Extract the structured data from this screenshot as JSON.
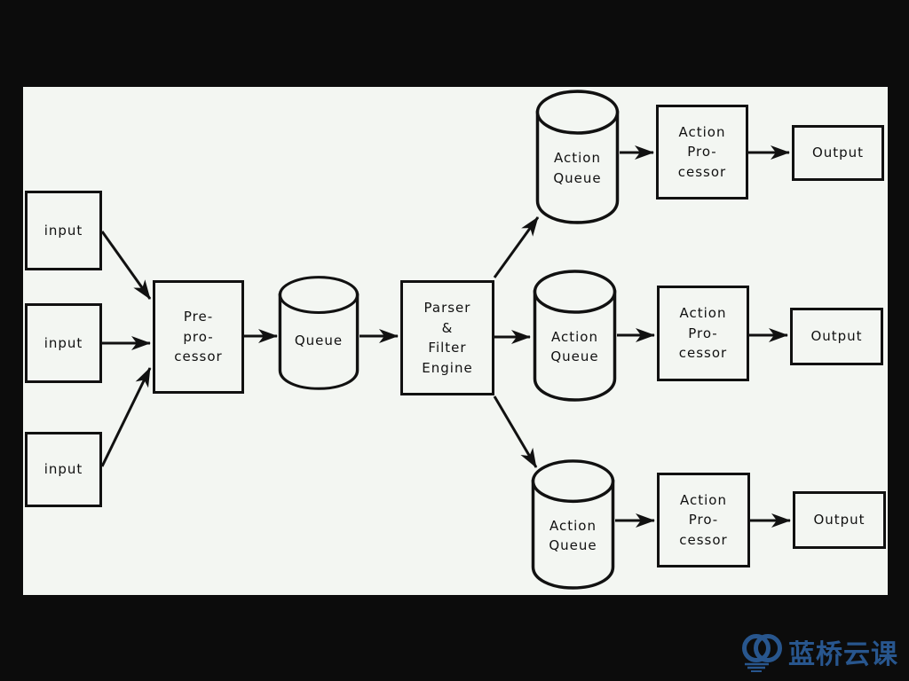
{
  "page": {
    "background": "#0c0c0c"
  },
  "canvas": {
    "background": "#f3f6f2",
    "ink": "#111111"
  },
  "diagram": {
    "nodes": {
      "input_top": {
        "label": "input",
        "shape": "box"
      },
      "input_middle": {
        "label": "input",
        "shape": "box"
      },
      "input_bottom": {
        "label": "input",
        "shape": "box"
      },
      "preprocessor": {
        "label": "Pre-\npro-\ncessor",
        "shape": "box"
      },
      "main_queue": {
        "label": "Queue",
        "shape": "cylinder"
      },
      "parser_filter_engine": {
        "label": "Parser\n&\nFilter\nEngine",
        "shape": "box"
      },
      "action_queue_top": {
        "label": "Action\nQueue",
        "shape": "cylinder"
      },
      "action_queue_middle": {
        "label": "Action\nQueue",
        "shape": "cylinder"
      },
      "action_queue_bottom": {
        "label": "Action\nQueue",
        "shape": "cylinder"
      },
      "action_processor_top": {
        "label": "Action\nPro-\ncessor",
        "shape": "box"
      },
      "action_processor_middle": {
        "label": "Action\nPro-\ncessor",
        "shape": "box"
      },
      "action_processor_bottom": {
        "label": "Action\nPro-\ncessor",
        "shape": "box"
      },
      "output_top": {
        "label": "Output",
        "shape": "box"
      },
      "output_middle": {
        "label": "Output",
        "shape": "box"
      },
      "output_bottom": {
        "label": "Output",
        "shape": "box"
      }
    },
    "edges": [
      {
        "from": "input_top",
        "to": "preprocessor"
      },
      {
        "from": "input_middle",
        "to": "preprocessor"
      },
      {
        "from": "input_bottom",
        "to": "preprocessor"
      },
      {
        "from": "preprocessor",
        "to": "main_queue"
      },
      {
        "from": "main_queue",
        "to": "parser_filter_engine"
      },
      {
        "from": "parser_filter_engine",
        "to": "action_queue_top"
      },
      {
        "from": "parser_filter_engine",
        "to": "action_queue_middle"
      },
      {
        "from": "parser_filter_engine",
        "to": "action_queue_bottom"
      },
      {
        "from": "action_queue_top",
        "to": "action_processor_top"
      },
      {
        "from": "action_processor_top",
        "to": "output_top"
      },
      {
        "from": "action_queue_middle",
        "to": "action_processor_middle"
      },
      {
        "from": "action_processor_middle",
        "to": "output_middle"
      },
      {
        "from": "action_queue_bottom",
        "to": "action_processor_bottom"
      },
      {
        "from": "action_processor_bottom",
        "to": "output_bottom"
      }
    ]
  },
  "watermark": {
    "text": "蓝桥云课",
    "color": "#28568e",
    "logo": "overlapping-circles-logo"
  }
}
